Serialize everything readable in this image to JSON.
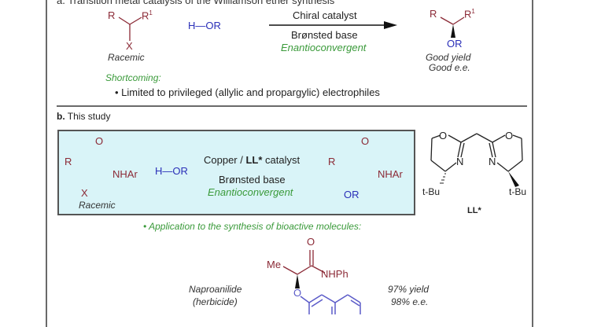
{
  "section_a": {
    "heading": "a. Transition metal catalysis of the Williamson ether synthesis",
    "substrate": {
      "r": "R",
      "r1": "R",
      "r1_sup": "1",
      "x": "X",
      "label": "Racemic"
    },
    "nucleophile": "H—OR",
    "arrow_top": "Chiral catalyst",
    "arrow_bottom": "Brønsted base",
    "arrow_note": "Enantioconvergent",
    "product": {
      "r": "R",
      "r1": "R",
      "r1_sup": "1",
      "or": "OR",
      "yield": "Good yield",
      "ee": "Good e.e."
    },
    "shortcoming_label": "Shortcoming:",
    "shortcoming_text": "• Limited to privileged (allylic and propargylic) electrophiles"
  },
  "section_b": {
    "heading_bold": "b.",
    "heading_text": " This study",
    "substrate": {
      "r": "R",
      "o": "O",
      "nhar": "NHAr",
      "x": "X",
      "label": "Racemic"
    },
    "nucleophile": "H—OR",
    "arrow_top_pre": "Copper / ",
    "arrow_top_bold": "LL*",
    "arrow_top_post": " catalyst",
    "arrow_bottom": "Brønsted base",
    "arrow_note": "Enantioconvergent",
    "product": {
      "r": "R",
      "o": "O",
      "nhar": "NHAr",
      "or": "OR"
    },
    "ligand": {
      "o_left": "O",
      "o_right": "O",
      "n_left": "N",
      "n_right": "N",
      "tbu_left": "t-Bu",
      "tbu_right": "t-Bu",
      "name": "LL*"
    },
    "application": "• Application to the synthesis of bioactive molecules:",
    "example": {
      "me": "Me",
      "o_carbonyl": "O",
      "nhph": "NHPh",
      "o_ether": "O",
      "name": "Naproanilide",
      "class": "(herbicide)",
      "yield": "97% yield",
      "ee": "98% e.e."
    }
  },
  "colors": {
    "red": "#8b2a36",
    "blue": "#2a2fb8",
    "green": "#3a9a3a",
    "cyan_box": "#d9f4f8",
    "naphthalene": "#5a5ac8"
  }
}
